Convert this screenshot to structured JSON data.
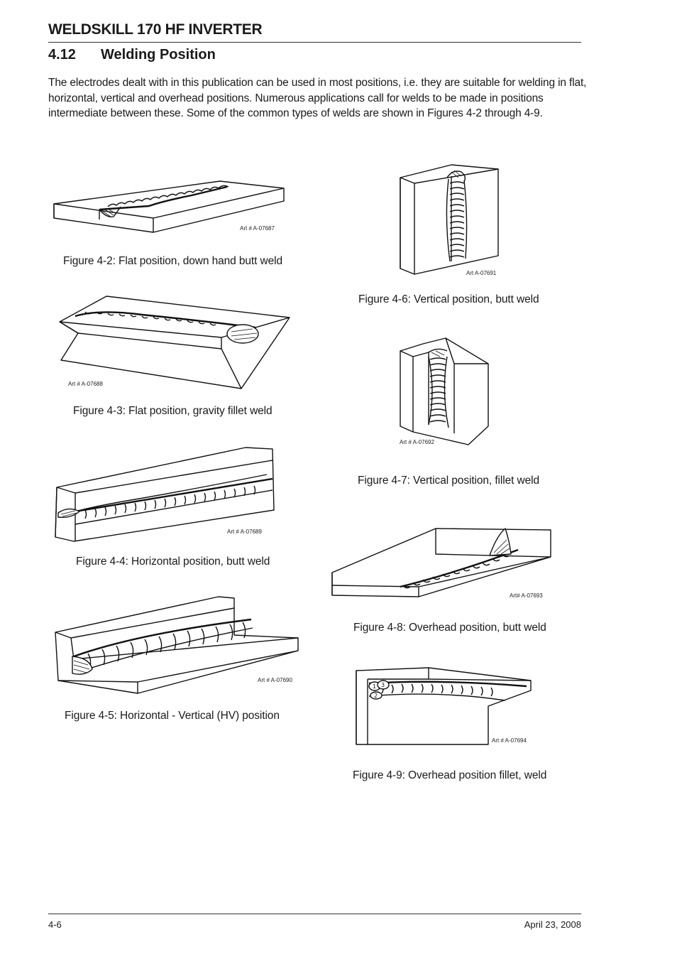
{
  "header": {
    "doc_title": "WELDSKILL 170 HF INVERTER"
  },
  "section": {
    "number": "4.12",
    "title": "Welding Position",
    "intro": "The electrodes dealt with in this publication can be used in most positions, i.e. they are suitable for welding in flat, horizontal, vertical and overhead positions. Numerous applications call for welds to be made in positions intermediate between these. Some of the common types of welds are shown in Figures 4-2 through 4-9."
  },
  "figures": {
    "f2": {
      "caption": "Figure 4-2: Flat position, down hand butt weld",
      "art": "Art # A-07687"
    },
    "f3": {
      "caption": "Figure 4-3: Flat position, gravity fillet weld",
      "art": "Art # A-07688"
    },
    "f4": {
      "caption": "Figure 4-4: Horizontal position, butt weld",
      "art": "Art # A-07689"
    },
    "f5": {
      "caption": "Figure 4-5: Horizontal - Vertical (HV) position",
      "art": "Art # A-07690"
    },
    "f6": {
      "caption": "Figure 4-6: Vertical position, butt weld",
      "art": "Art A-07691"
    },
    "f7": {
      "caption": "Figure 4-7: Vertical position, fillet weld",
      "art": "Art # A-07692"
    },
    "f8": {
      "caption": "Figure 4-8: Overhead position, butt weld",
      "art": "Art# A-07693"
    },
    "f9": {
      "caption": "Figure 4-9: Overhead position fillet, weld",
      "art": "Art # A-07694"
    }
  },
  "footer": {
    "page_number": "4-6",
    "date": "April 23, 2008"
  }
}
